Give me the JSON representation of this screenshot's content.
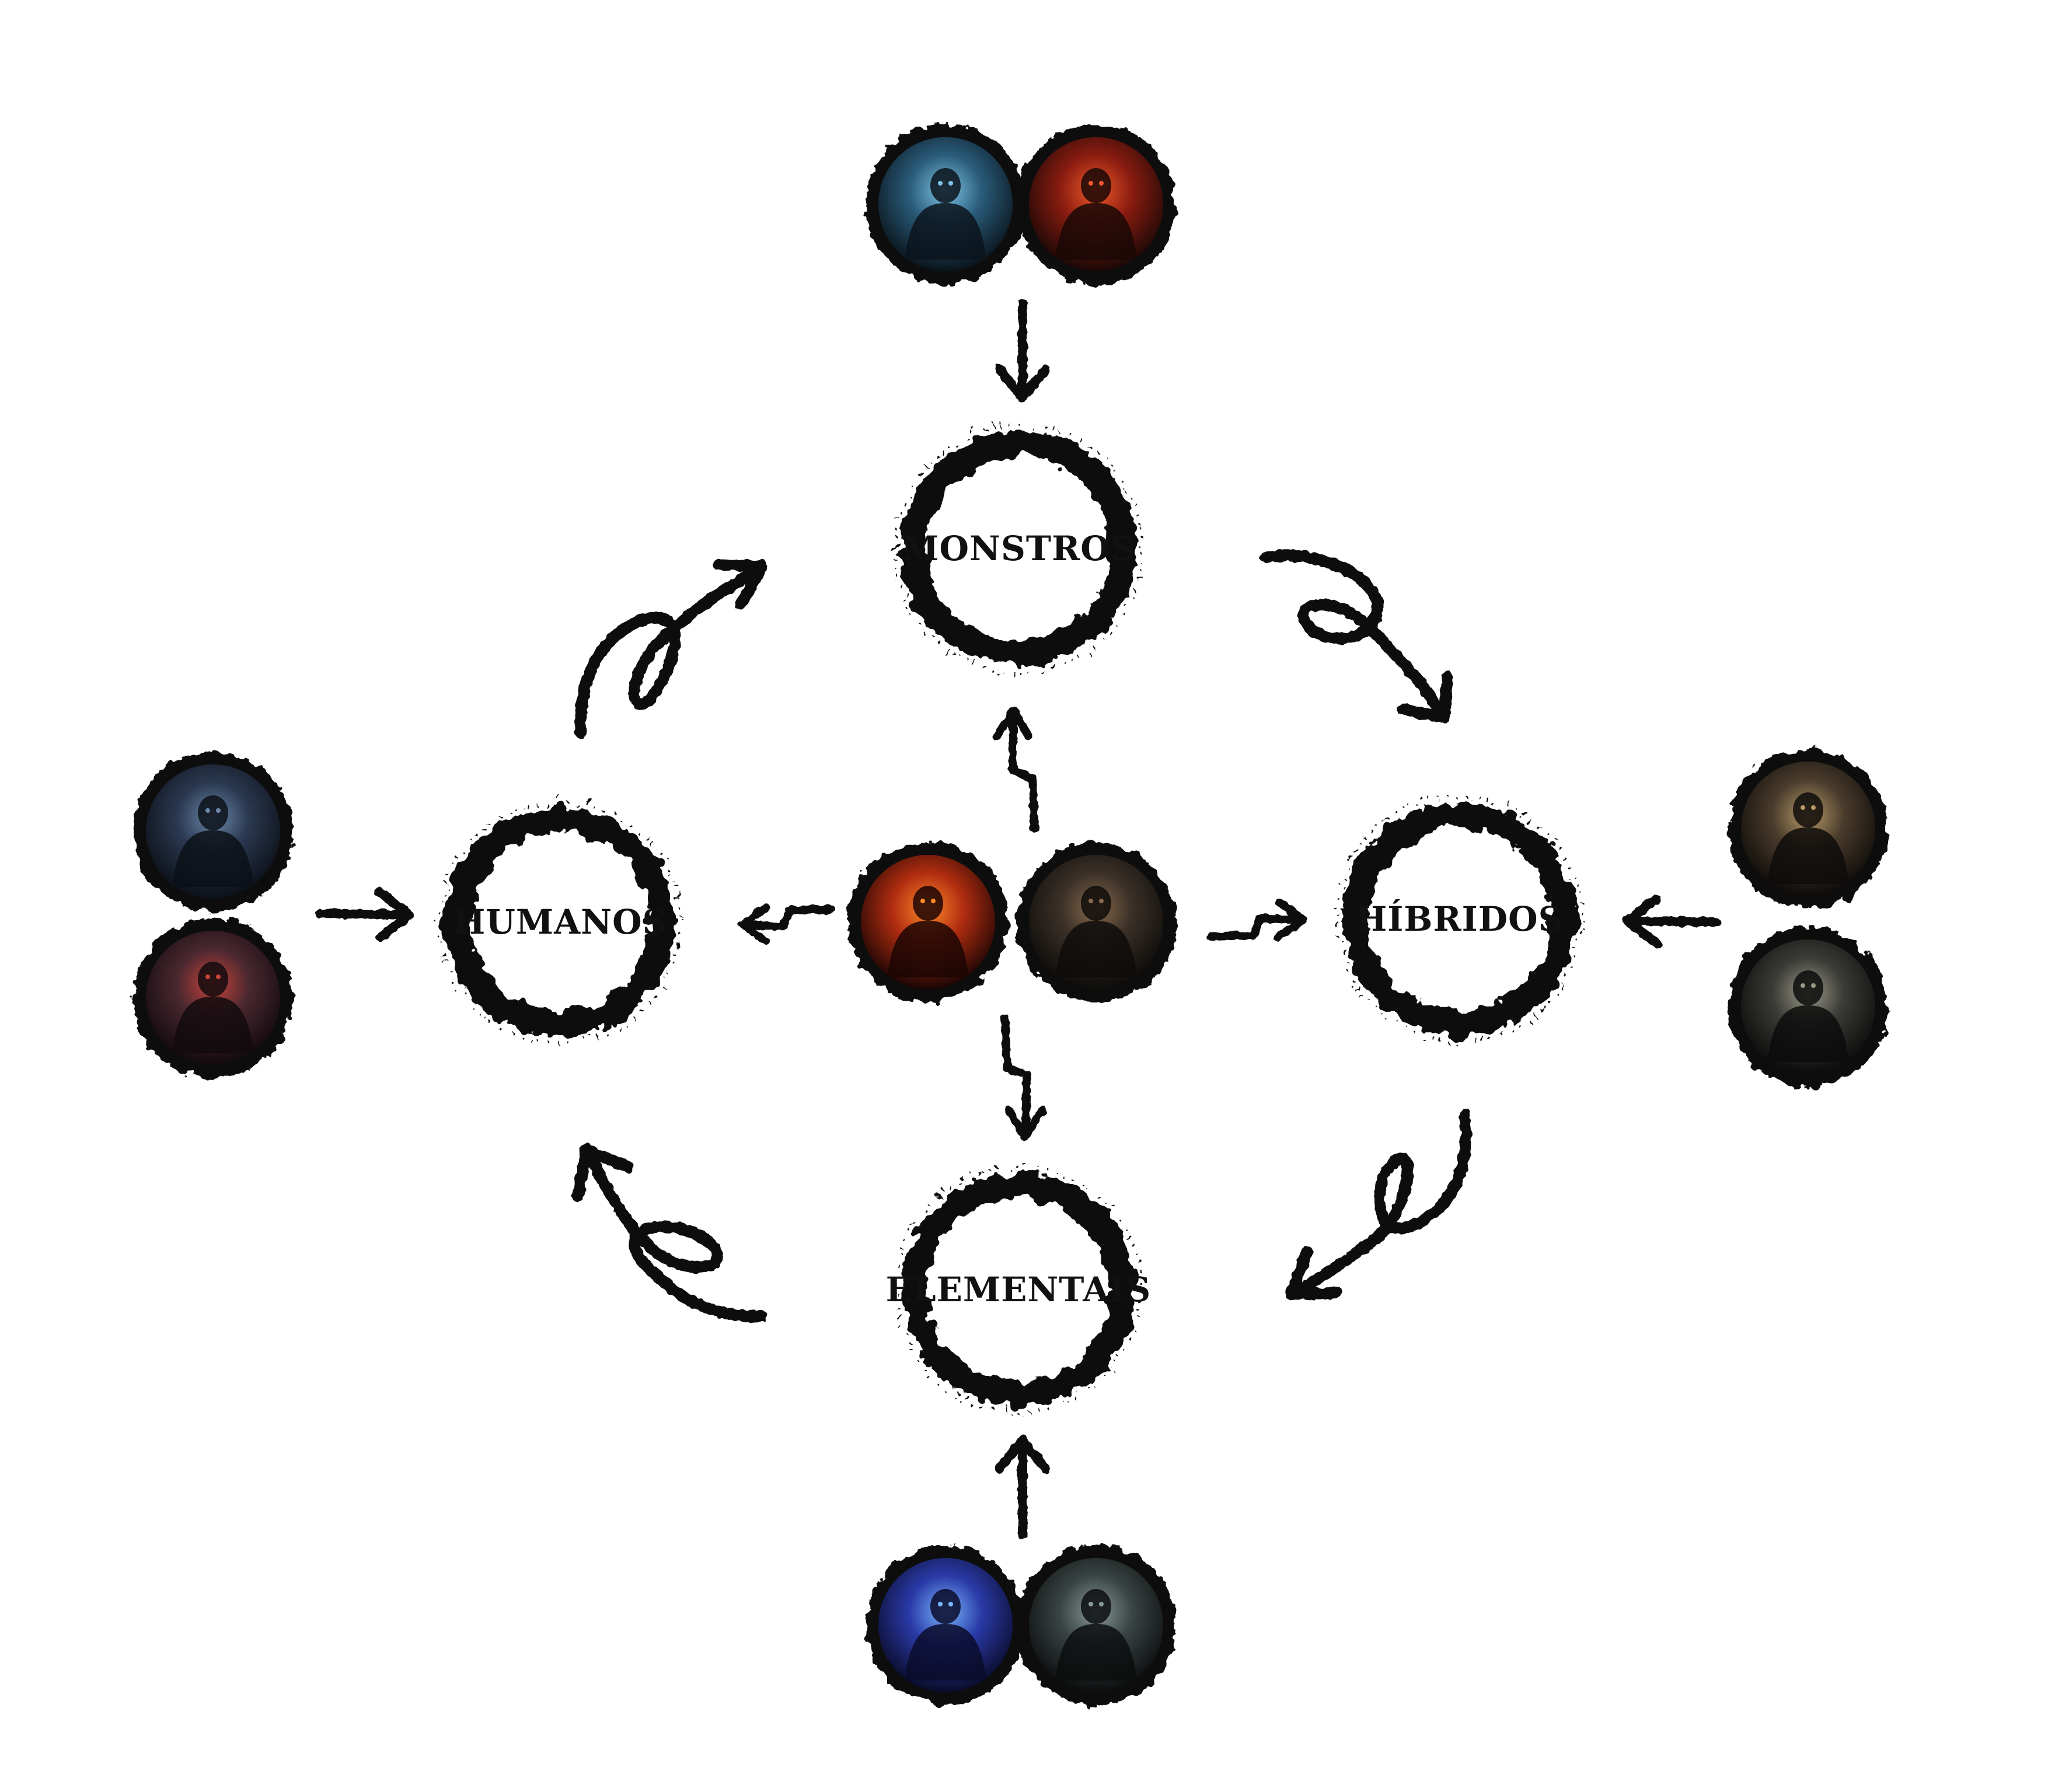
{
  "colors": {
    "ink": "#111111",
    "background": "#ffffff"
  },
  "nodes": {
    "monstros": {
      "label": "MONSTROS"
    },
    "humanos": {
      "label": "HUMANOS"
    },
    "hibridos": {
      "label": "HÍBRIDOS"
    },
    "elementais": {
      "label": "ELEMENTAIS"
    }
  },
  "portraits": {
    "top": [
      {
        "icon": "hooded-winged-figure-icon",
        "palette": [
          "#7fc4e6",
          "#2a5c7a",
          "#0a141c"
        ]
      },
      {
        "icon": "horned-demon-icon",
        "palette": [
          "#f05a2a",
          "#8a1c10",
          "#1a0806"
        ]
      }
    ],
    "left": [
      {
        "icon": "dark-sorceress-icon",
        "palette": [
          "#6a88a8",
          "#2a3850",
          "#0c1018"
        ]
      },
      {
        "icon": "armored-knight-icon",
        "palette": [
          "#c8423a",
          "#4a2830",
          "#120a0e"
        ]
      }
    ],
    "center": [
      {
        "icon": "fire-dragon-icon",
        "palette": [
          "#ff8a2a",
          "#b02c10",
          "#1c0604"
        ]
      },
      {
        "icon": "beast-warrior-icon",
        "palette": [
          "#8a6a4a",
          "#3a3028",
          "#0e0c0a"
        ]
      }
    ],
    "right": [
      {
        "icon": "werewolf-icon",
        "palette": [
          "#b89a6a",
          "#4a3c2c",
          "#0e0c0a"
        ]
      },
      {
        "icon": "crowned-queen-icon",
        "palette": [
          "#9a9a8a",
          "#3a3a36",
          "#0c0c0c"
        ]
      }
    ],
    "bottom": [
      {
        "icon": "arcane-mage-icon",
        "palette": [
          "#7ab8ff",
          "#2a3aa8",
          "#0a0c2a"
        ]
      },
      {
        "icon": "stone-golem-icon",
        "palette": [
          "#8a9a9a",
          "#3a4444",
          "#0c0e0e"
        ]
      }
    ]
  }
}
